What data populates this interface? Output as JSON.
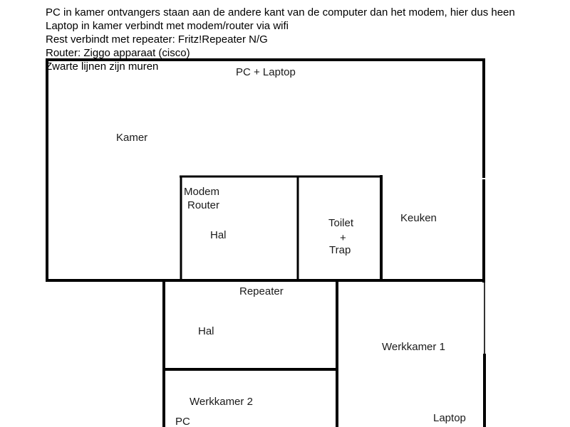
{
  "notes": {
    "lines": [
      "PC in kamer ontvangers staan aan de andere kant van de computer dan het modem, hier dus heen",
      "Laptop in kamer verbindt met modem/router via wifi",
      "Rest verbindt met repeater: Fritz!Repeater N/G",
      "Router: Ziggo apparaat (cisco)",
      "Zwarte lijnen zijn muren"
    ]
  },
  "floorplan": {
    "wall_color": "#000000",
    "rooms": [
      {
        "id": "kamer",
        "label": "Kamer"
      },
      {
        "id": "hal-boven",
        "label": "Hal"
      },
      {
        "id": "toilet-trap",
        "label": "Toilet\n+\nTrap"
      },
      {
        "id": "keuken",
        "label": "Keuken"
      },
      {
        "id": "hal-onder",
        "label": "Hal"
      },
      {
        "id": "werkkamer1",
        "label": "Werkkamer 1"
      },
      {
        "id": "werkkamer2",
        "label": "Werkkamer 2"
      }
    ],
    "room_labels": {
      "kamer": "Kamer",
      "hal_boven": "Hal",
      "toilet_line1": "Toilet",
      "toilet_line2": "+",
      "toilet_line3": "Trap",
      "keuken": "Keuken",
      "hal_onder": "Hal",
      "werkkamer1": "Werkkamer 1",
      "werkkamer2": "Werkkamer 2"
    },
    "device_labels": {
      "pc_laptop_kamer": "PC + Laptop",
      "modem": "Modem",
      "router": "Router",
      "repeater": "Repeater",
      "pc_werkkamer2": "PC",
      "laptop_werkkamer1": "Laptop"
    }
  }
}
